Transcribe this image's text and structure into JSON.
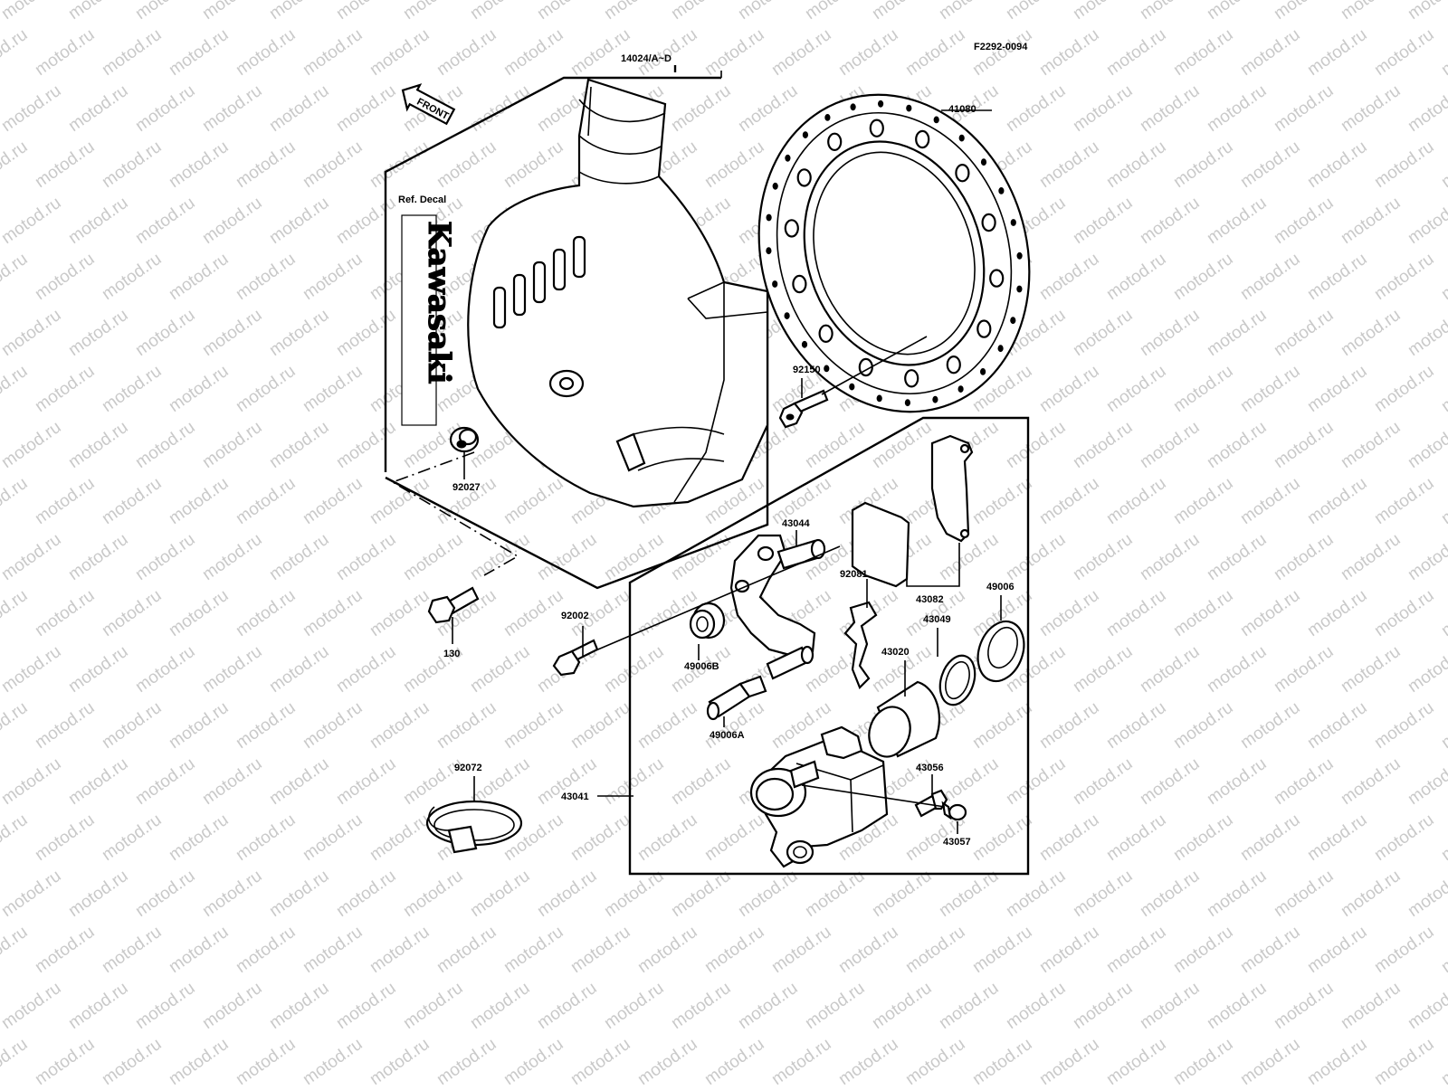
{
  "diagram": {
    "code": "F2292-0094",
    "watermark": "motod.ru",
    "front_tag": "FRONT",
    "decal_ref": "Ref. Decal",
    "decal_text": "Kawasaki",
    "labels": {
      "p14024": "14024/A~D",
      "p41080": "41080",
      "p92150": "92150",
      "p92027": "92027",
      "p43044": "43044",
      "p92081": "92081",
      "p43082": "43082",
      "p49006": "49006",
      "p43049": "43049",
      "p43020": "43020",
      "p92002": "92002",
      "p130": "130",
      "p49006b": "49006B",
      "p49006a": "49006A",
      "p92072": "92072",
      "p43041": "43041",
      "p43056": "43056",
      "p43057": "43057"
    }
  }
}
